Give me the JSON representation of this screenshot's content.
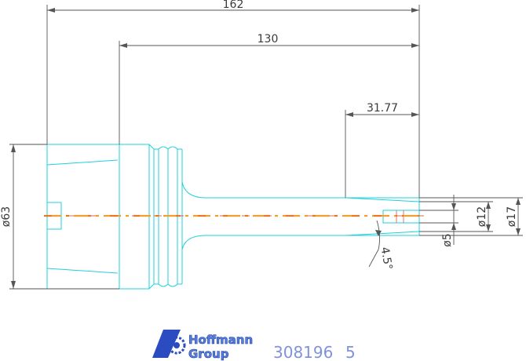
{
  "dimensions": {
    "overall_length": "162",
    "body_length": "130",
    "tip_length": "31.77",
    "diameter_63": "ø63",
    "diameter_12": "ø12",
    "diameter_17": "ø17",
    "diameter_5": "ø5",
    "angle": "4.5°"
  },
  "logo": {
    "line1": "Hoffmann",
    "line2": "Group"
  },
  "part_number": "308196",
  "revision": "5",
  "colors": {
    "outline": "#1fd0dc",
    "dimension": "#555555",
    "centerline_orange": "#f0a030",
    "centerline_red": "#e03020",
    "brand": "#5a7fd8"
  }
}
